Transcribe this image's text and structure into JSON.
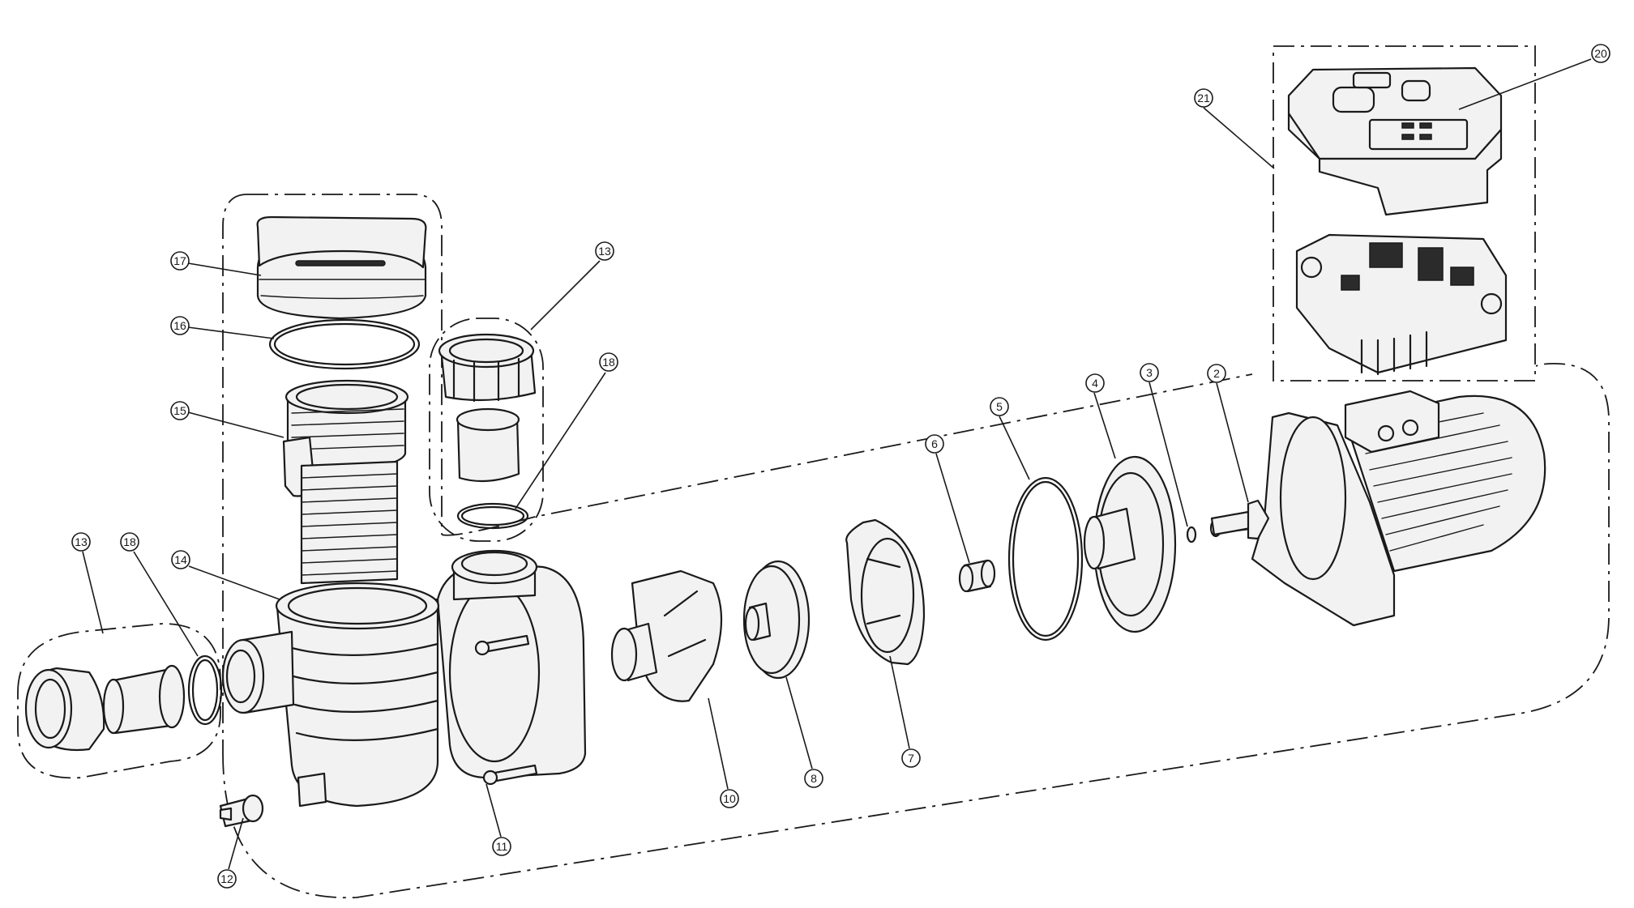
{
  "callouts": [
    {
      "id": "c17",
      "text": "17"
    },
    {
      "id": "c16",
      "text": "16"
    },
    {
      "id": "c15",
      "text": "15"
    },
    {
      "id": "c13a",
      "text": "13"
    },
    {
      "id": "c18a",
      "text": "18"
    },
    {
      "id": "c13b",
      "text": "13"
    },
    {
      "id": "c18b",
      "text": "18"
    },
    {
      "id": "c14",
      "text": "14"
    },
    {
      "id": "c12",
      "text": "12"
    },
    {
      "id": "c11",
      "text": "11"
    },
    {
      "id": "c10",
      "text": "10"
    },
    {
      "id": "c8",
      "text": "8"
    },
    {
      "id": "c7",
      "text": "7"
    },
    {
      "id": "c6",
      "text": "6"
    },
    {
      "id": "c5",
      "text": "5"
    },
    {
      "id": "c4",
      "text": "4"
    },
    {
      "id": "c3",
      "text": "3"
    },
    {
      "id": "c2",
      "text": "2"
    },
    {
      "id": "c21",
      "text": "21"
    },
    {
      "id": "c20",
      "text": "20"
    }
  ]
}
